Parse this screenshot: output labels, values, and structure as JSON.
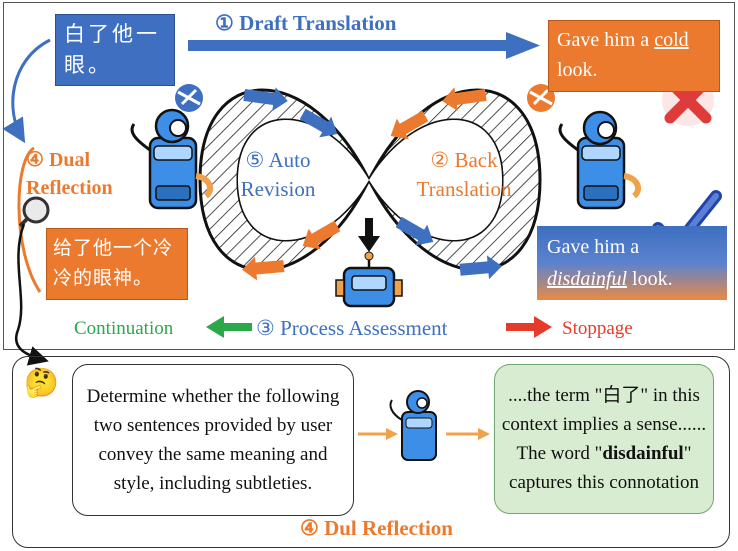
{
  "top": {
    "source_zh": "白了他一眼。",
    "draft_label": "① Draft Translation",
    "cold_text_1": "Gave him a",
    "cold_word": "cold",
    "cold_text_2": "look.",
    "disdain_text_1": "Gave him a",
    "disdain_word": "disdainful",
    "disdain_text_2": "look.",
    "dual_reflection_label": "④ Dual Reflection",
    "dual_num": "④",
    "dual_word1": "Dual",
    "dual_word2": "Reflection",
    "back_trans_zh": "给了他一个冷冷的眼神。",
    "auto_num": "⑤",
    "auto_word1": "Auto",
    "auto_word2": "Revision",
    "back_num": "②",
    "back_word1": "Back",
    "back_word2": "Translation",
    "continuation": "Continuation",
    "process_label": "③ Process Assessment",
    "stoppage": "Stoppage"
  },
  "bottom": {
    "prompt": "Determine whether the following two sentences provided by user convey the same meaning and style, including subtleties.",
    "response_1": "....the term \"白了\" in this context implies a sense...... The word ",
    "response_bold": "disdainful",
    "response_2": " captures this connotation",
    "footer": "④ Dul Reflection",
    "thinking_emoji": "🤔"
  },
  "colors": {
    "blue": "#3e6fc0",
    "orange": "#ec7a2e",
    "green": "#2aa84a",
    "red": "#e53b2a",
    "robot_blue": "#3d8ee6"
  }
}
